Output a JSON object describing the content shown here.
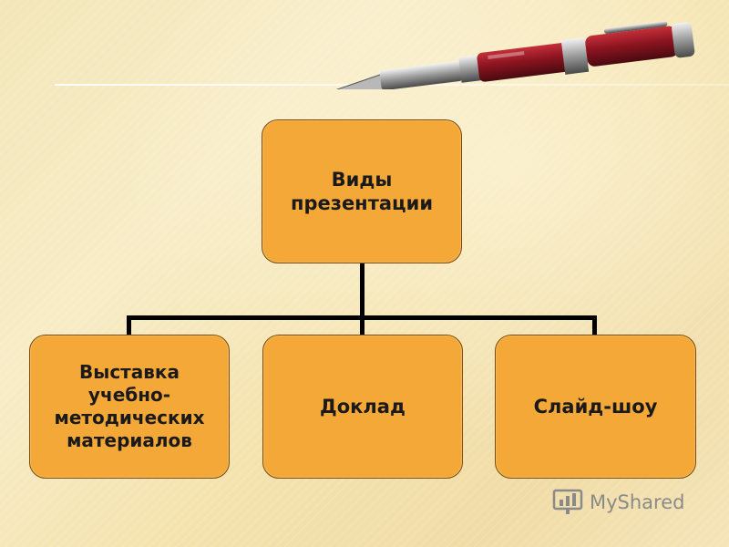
{
  "diagram": {
    "root": {
      "label": "Виды\nпрезентации"
    },
    "children": [
      {
        "label": "Выставка\nучебно-\nметодических\nматериалов"
      },
      {
        "label": "Доклад"
      },
      {
        "label": "Слайд-шоу"
      }
    ],
    "colors": {
      "node_fill": "#f4a838",
      "node_border": "#7a4a10",
      "connector": "#000000"
    }
  },
  "decoration": {
    "pen": "fountain-pen-image"
  },
  "watermark": {
    "text": "MyShared",
    "icon": "myshared-logo-icon"
  }
}
